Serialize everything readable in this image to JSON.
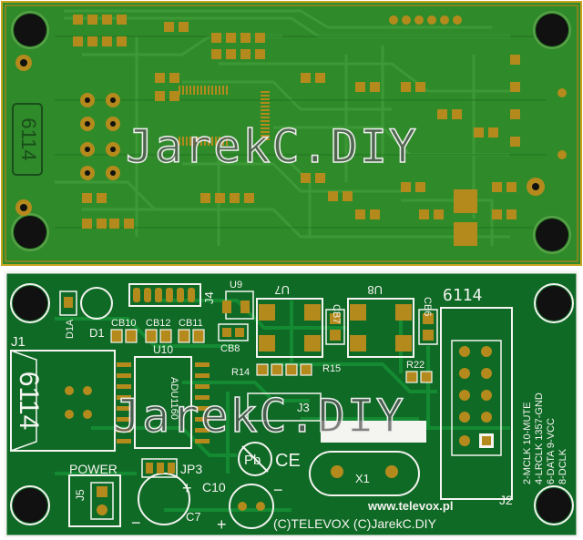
{
  "watermark_text": "JarekC.DIY",
  "colors": {
    "bottom_board": "#2f8a2a",
    "bottom_trace": "#247a22",
    "pad": "#b58a1c",
    "top_board": "#0f6a26",
    "top_trace": "#138030",
    "silkscreen": "#f4f4f0",
    "board_edge": "#c8a31e"
  },
  "bottom_board": {
    "label": "6114"
  },
  "top_board": {
    "board_number": "6114",
    "connector_label": "6114",
    "labels": {
      "D1A": "D1A",
      "D1": "D1",
      "CB10": "CB10",
      "CB12": "CB12",
      "CB11": "CB11",
      "J4": "J4",
      "U9": "U9",
      "U7": "U7",
      "CB7": "CB7",
      "U8": "U8",
      "CB6": "CB6",
      "J1": "J1",
      "U10": "U10",
      "ADU": "ADU1160",
      "CB8": "CB8",
      "R14": "R14",
      "R15": "R15",
      "R22": "R22",
      "J3": "J3",
      "POWER": "POWER",
      "JP3": "JP3",
      "J5": "J5",
      "C10": "C10",
      "C7": "C7",
      "X1": "X1",
      "J2": "J2",
      "plus1": "+",
      "plus2": "+",
      "minus1": "−",
      "minus2": "−",
      "pb": "Pb",
      "ce": "CE"
    },
    "pinout": [
      "2-MCLK  10-MUTE",
      "4-LRCLK 1357-GND",
      "6-DATA  9-VCC",
      "8-DCLK"
    ],
    "website": "www.televox.pl",
    "copyright": "(C)TELEVOX (C)JarekC.DIY"
  }
}
